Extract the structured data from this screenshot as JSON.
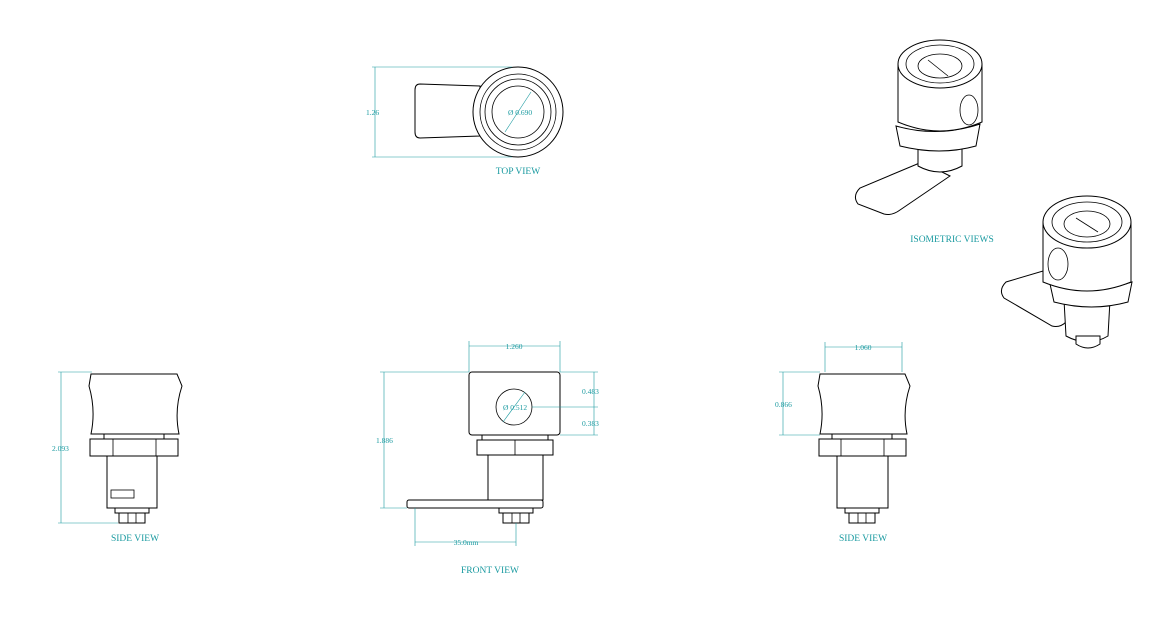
{
  "colors": {
    "accent": "#1a9aa0",
    "ink": "#000000",
    "background": "#ffffff"
  },
  "labels": {
    "top_view": "TOP VIEW",
    "isometric_views": "ISOMETRIC VIEWS",
    "side_view_left": "SIDE VIEW",
    "front_view": "FRONT VIEW",
    "side_view_right": "SIDE VIEW"
  },
  "dimensions": {
    "top_height": "1.26",
    "top_diameter": "Ø 0.690",
    "side_height": "2.093",
    "front_width": "1.260",
    "front_height": "1.886",
    "front_hole_diameter": "Ø 0.512",
    "front_hole_top": "0.483",
    "front_hole_bottom": "0.383",
    "cam_length": "35.0mm",
    "right_width": "1.060",
    "right_head_height": "0.866"
  }
}
